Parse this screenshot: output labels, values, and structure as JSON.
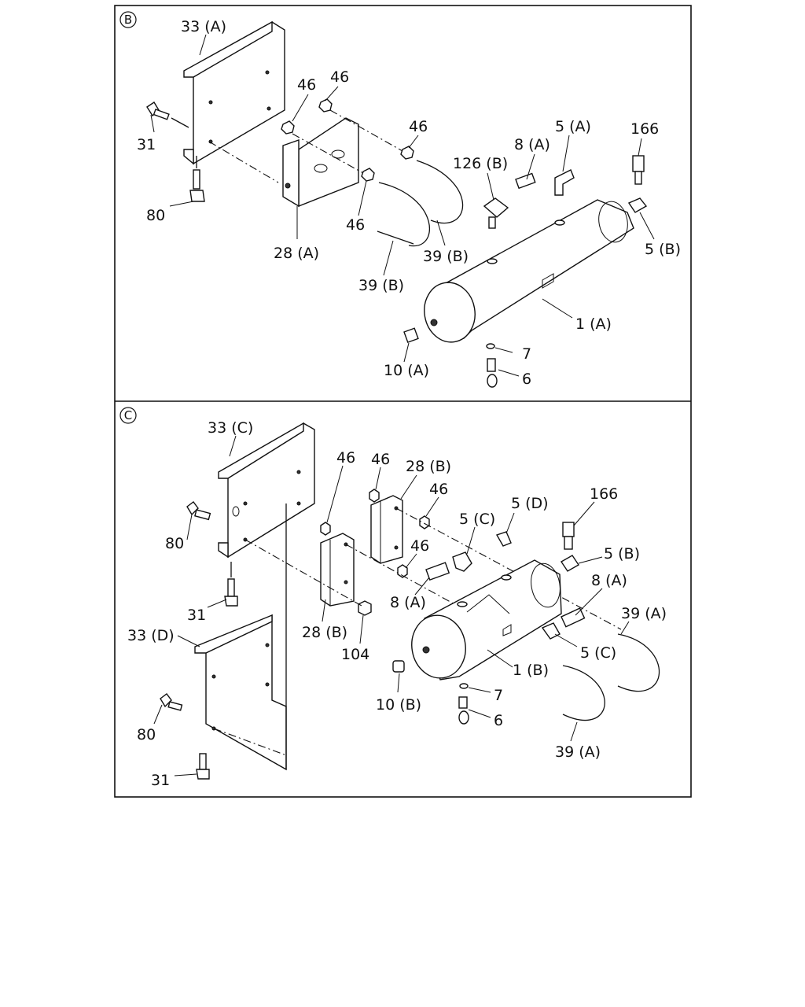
{
  "panels": [
    {
      "id": "B",
      "marker": "B",
      "labels": [
        "33 (A)",
        "46",
        "46",
        "31",
        "46",
        "8 (A)",
        "5 (A)",
        "166",
        "126 (B)",
        "80",
        "46",
        "28 (A)",
        "39 (B)",
        "5 (B)",
        "39 (B)",
        "1 (A)",
        "7",
        "10 (A)",
        "6"
      ]
    },
    {
      "id": "C",
      "marker": "C",
      "labels": [
        "33 (C)",
        "46",
        "46",
        "28 (B)",
        "46",
        "5 (C)",
        "5 (D)",
        "166",
        "80",
        "46",
        "5 (B)",
        "8 (A)",
        "8 (A)",
        "39 (A)",
        "31",
        "33 (D)",
        "28 (B)",
        "104",
        "5 (C)",
        "1 (B)",
        "7",
        "10 (B)",
        "6",
        "80",
        "39 (A)",
        "31"
      ]
    }
  ]
}
